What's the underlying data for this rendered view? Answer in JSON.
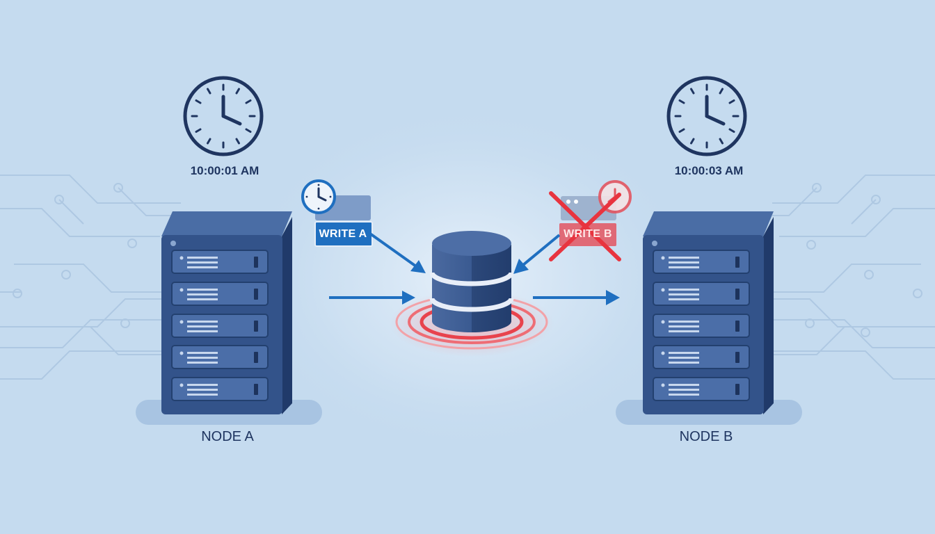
{
  "nodes": {
    "a": {
      "name": "NODE A",
      "time": "10:00:01 AM"
    },
    "b": {
      "name": "NODE B",
      "time": "10:00:03 AM"
    }
  },
  "writes": {
    "a": {
      "label": "WRITE A",
      "status": "accepted",
      "color": "#1f6fc0"
    },
    "b": {
      "label": "WRITE B",
      "status": "rejected",
      "color": "#e35560"
    }
  },
  "icons": {
    "node_a_clock": "clock-icon",
    "node_b_clock": "clock-icon",
    "write_a_clock": "clock-icon",
    "write_b_clock": "clock-icon",
    "database": "database-icon",
    "reject_mark": "x-mark-icon"
  },
  "colors": {
    "background": "#c5dbef",
    "server_body": "#3a5b94",
    "server_dark": "#253f72",
    "accent_blue": "#1f6fc0",
    "conflict_red": "#e8434d",
    "text_dark": "#1f3560"
  }
}
